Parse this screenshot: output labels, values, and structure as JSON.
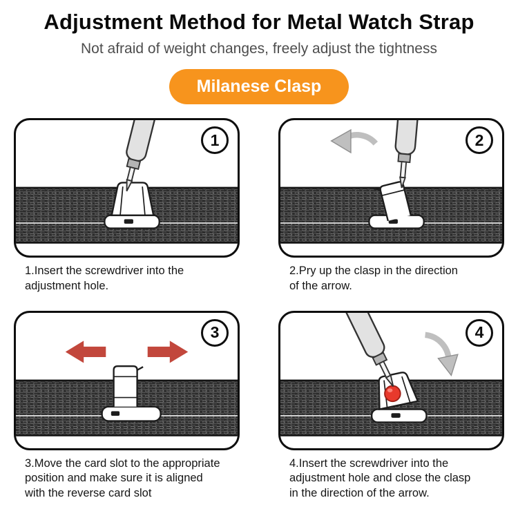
{
  "header": {
    "title": "Adjustment Method for Metal Watch Strap",
    "subtitle": "Not afraid of weight changes, freely adjust the tightness",
    "badge": {
      "label": "Milanese Clasp",
      "bg_color": "#F7941D",
      "text_color": "#FFFFFF"
    }
  },
  "colors": {
    "accent_orange": "#F7941D",
    "arrow_red": "#C2473C",
    "dot_red": "#E8392C",
    "strap_dark": "#2D2D2D"
  },
  "steps": [
    {
      "number": "1",
      "caption": "1.Insert the screwdriver into the\nadjustment hole."
    },
    {
      "number": "2",
      "caption": "2.Pry up the clasp in the direction\nof the arrow."
    },
    {
      "number": "3",
      "caption": "3.Move the card slot to the appropriate\nposition and make sure it is aligned\nwith the reverse card slot"
    },
    {
      "number": "4",
      "caption": "4.Insert the screwdriver into the\nadjustment hole and close the clasp\nin the direction of the arrow."
    }
  ]
}
